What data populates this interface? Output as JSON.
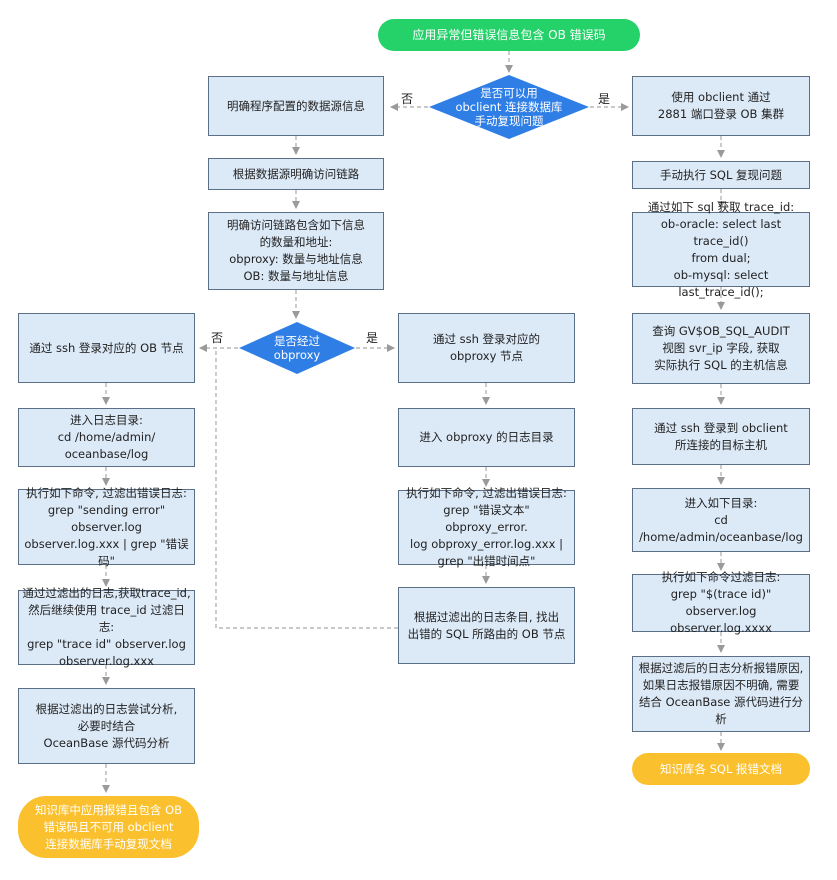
{
  "start": "应用异常但错误信息包含 OB 错误码",
  "decision1": {
    "text": "是否可以用\nobclient 连接数据库\n手动复现问题",
    "no": "否",
    "yes": "是"
  },
  "left_column": {
    "step1": "明确程序配置的数据源信息",
    "step2": "根据数据源明确访问链路",
    "step3": "明确访问链路包含如下信息\n的数量和地址:\nobproxy:  数量与地址信息\nOB:  数量与地址信息"
  },
  "decision2": {
    "text": "是否经过\nobproxy",
    "no": "否",
    "yes": "是"
  },
  "ob_branch": {
    "step1": "通过 ssh 登录对应的 OB 节点",
    "step2": "进入日志目录:\ncd /home/admin/\noceanbase/log",
    "step3": "执行如下命令, 过滤出错误日志:\ngrep \"sending error\" observer.log\nobserver.log.xxx | grep \"错误码\"",
    "step4": "通过过滤出的日志,获取trace_id,\n然后继续使用 trace_id 过滤日志:\ngrep \"trace id\" observer.log\nobserver.log.xxx",
    "step5": "根据过滤出的日志尝试分析,\n必要时结合\nOceanBase 源代码分析",
    "end": "知识库中应用报错且包含 OB\n错误码且不可用 obclient\n连接数据库手动复现文档"
  },
  "proxy_branch": {
    "step1": "通过 ssh 登录对应的\nobproxy 节点",
    "step2": "进入 obproxy 的日志目录",
    "step3": "执行如下命令, 过滤出错误日志:\ngrep \"错误文本\" obproxy_error.\nlog obproxy_error.log.xxx |\ngrep \"出错时间点\"",
    "step4": "根据过滤出的日志条目, 找出\n出错的 SQL 所路由的 OB 节点"
  },
  "right_column": {
    "step1": "使用 obclient 通过\n2881 端口登录 OB 集群",
    "step2": "手动执行 SQL 复现问题",
    "step3": "通过如下 sql 获取 trace_id:\nob-oracle: select last trace_id()\nfrom dual;\nob-mysql: select last_trace_id();",
    "step4": "查询 GV$OB_SQL_AUDIT\n视图 svr_ip 字段, 获取\n实际执行 SQL 的主机信息",
    "step5": "通过 ssh 登录到 obclient\n所连接的目标主机",
    "step6": "进入如下目录:\ncd /home/admin/oceanbase/log",
    "step7": "执行如下命令过滤日志:\ngrep \"$(trace id)\" observer.log\nobserver.log.xxxx",
    "step8": "根据过滤后的日志分析报错原因,\n如果日志报错原因不明确, 需要\n结合 OceanBase 源代码进行分析",
    "end": "知识库各 SQL 报错文档"
  },
  "colors": {
    "start": "#25d26a",
    "decision": "#2f7ee6",
    "box_fill": "#dce9f7",
    "box_border": "#5b6f86",
    "terminal": "#fbc02d",
    "edge": "#a9a9a9"
  }
}
